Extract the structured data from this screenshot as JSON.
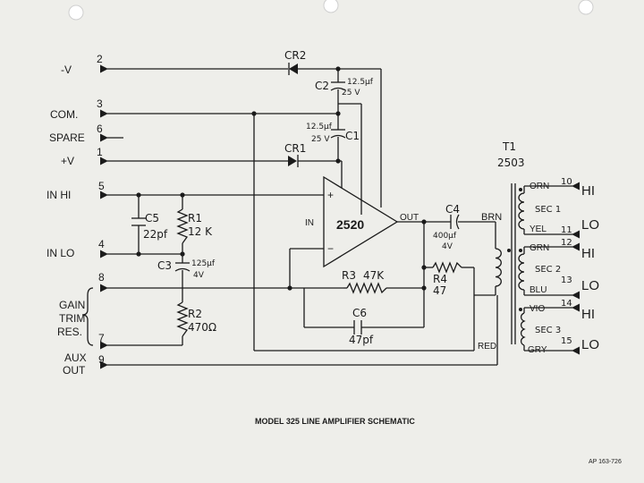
{
  "caption": "MODEL 325 LINE AMPLIFIER SCHEMATIC",
  "doc_code": "AP 163-726",
  "terminals": {
    "neg_v": {
      "label": "-V",
      "num": "2"
    },
    "com": {
      "label": "COM.",
      "num": "3"
    },
    "spare": {
      "label": "SPARE",
      "num": "6"
    },
    "pos_v": {
      "label": "+V",
      "num": "1"
    },
    "in_hi": {
      "label": "IN HI",
      "num": "5"
    },
    "in_lo": {
      "label": "IN LO",
      "num": "4"
    },
    "gain_top": {
      "num": "8"
    },
    "gain_bot": {
      "num": "7"
    },
    "aux": {
      "num": "9"
    }
  },
  "gain_trim": [
    "GAIN",
    "TRIM",
    "RES."
  ],
  "aux_label": [
    "AUX",
    "OUT"
  ],
  "components": {
    "cr2": {
      "ref": "CR2"
    },
    "c2": {
      "ref": "C2",
      "value": "12.5µf",
      "volt": "25 V"
    },
    "c1": {
      "ref": "C1",
      "value": "12.5µf",
      "volt": "25 V"
    },
    "cr1": {
      "ref": "CR1"
    },
    "c5": {
      "ref": "C5",
      "value": "22pf"
    },
    "r1": {
      "ref": "R1",
      "value": "12 K"
    },
    "c3": {
      "ref": "C3",
      "value": "125µf",
      "volt": "4V"
    },
    "r2": {
      "ref": "R2",
      "value": "470Ω"
    },
    "r3": {
      "ref": "R3",
      "value": "47K"
    },
    "r4": {
      "ref": "R4",
      "value": "47"
    },
    "c6": {
      "ref": "C6",
      "value": "47pf"
    },
    "c4": {
      "ref": "C4",
      "value": "400µf",
      "volt": "4V"
    }
  },
  "opamp": {
    "name": "2520",
    "in_label": "IN",
    "out_label": "OUT",
    "plus": "+",
    "minus": "−"
  },
  "transformer": {
    "ref": "T1",
    "model": "2503"
  },
  "wire_colors": {
    "brn": "BRN",
    "red": "RED"
  },
  "secondaries": [
    {
      "name": "SEC 1",
      "top_color": "ORN",
      "top_pin": "10",
      "top_label": "HI",
      "bot_color": "YEL",
      "bot_pin": "11",
      "bot_label": "LO"
    },
    {
      "name": "SEC 2",
      "top_color": "GRN",
      "top_pin": "12",
      "top_label": "HI",
      "bot_color": "BLU",
      "bot_pin": "13",
      "bot_label": "LO"
    },
    {
      "name": "SEC 3",
      "top_color": "VIO",
      "top_pin": "14",
      "top_label": "HI",
      "bot_color": "GRY",
      "bot_pin": "15",
      "bot_label": "LO"
    }
  ],
  "colors": {
    "ink": "#1b1b1b",
    "paper": "#eeeeea"
  }
}
